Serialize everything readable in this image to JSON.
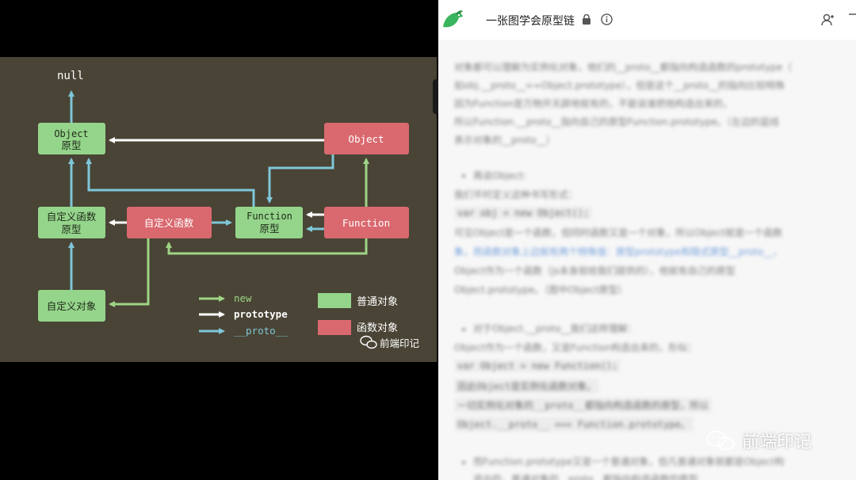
{
  "slide": {
    "null_label": "null",
    "boxes": {
      "object_proto": [
        "Object",
        "原型"
      ],
      "object_fn": "Object",
      "custom_fn_proto": [
        "自定义函数",
        "原型"
      ],
      "custom_fn": "自定义函数",
      "function_proto": [
        "Function",
        "原型"
      ],
      "function_fn": "Function",
      "custom_obj": "自定义对象"
    },
    "legend": {
      "new": "new",
      "prototype": "prototype",
      "proto": "__proto__",
      "normal_object": "普通对象",
      "function_object": "函数对象"
    },
    "watermark": "前端印记",
    "colors": {
      "background": "#494435",
      "green_box": "#95d58b",
      "red_box": "#d9696f",
      "new_arrow": "#9ed486",
      "prototype_arrow": "#ffffff",
      "proto_arrow": "#7fc6d9"
    }
  },
  "doc": {
    "title": "一张图学会原型链",
    "icons": [
      "bird-logo-icon",
      "lock-icon",
      "info-icon",
      "user-plus-icon"
    ],
    "lines": [
      "对象都可以理解为实例化对象，他们的__proto__都指向构造函数的prototype（",
      "如obj.__proto__==Object.prototype），但是这个__proto__的指向比较特殊",
      "因为Function是万物开天辟地就有的，不能说谁把他构造出来的，",
      "所以Function.__proto__指向自己的原型Function.prototype。（左边的蓝线",
      "表示对象的__proto__）",
      "再说Object:",
      "我们平时定义这种书写形式：",
      "var obj = new Object();",
      "可见Object是一个函数，但同时函数又是一个对象，所以Object就是一个函数",
      "象，而函数对象上边就有两个特殊值：原型prototype和隐式原型__proto__，",
      "Object作为一个函数（js本身就给我们提供的），他就有自己的原型",
      "Object.prototype。（图中Object原型）",
      "对于Object.__proto__我们这样理解：",
      "Object作为一个函数，又是Function构造出来的，形似：",
      "var Object = new Function();",
      "因此Object是实例化函数对象。",
      "一切实例化对象的__proto__都指向构造函数的原型，所以",
      "Object.__proto__ === Function.prototype。",
      "而Function.prototype又是一个普通对象，但凡普通对象就都是Object构",
      "造出的，普通对象的__proto__都指向构造函数的原型"
    ],
    "watermark": "前端印记"
  }
}
